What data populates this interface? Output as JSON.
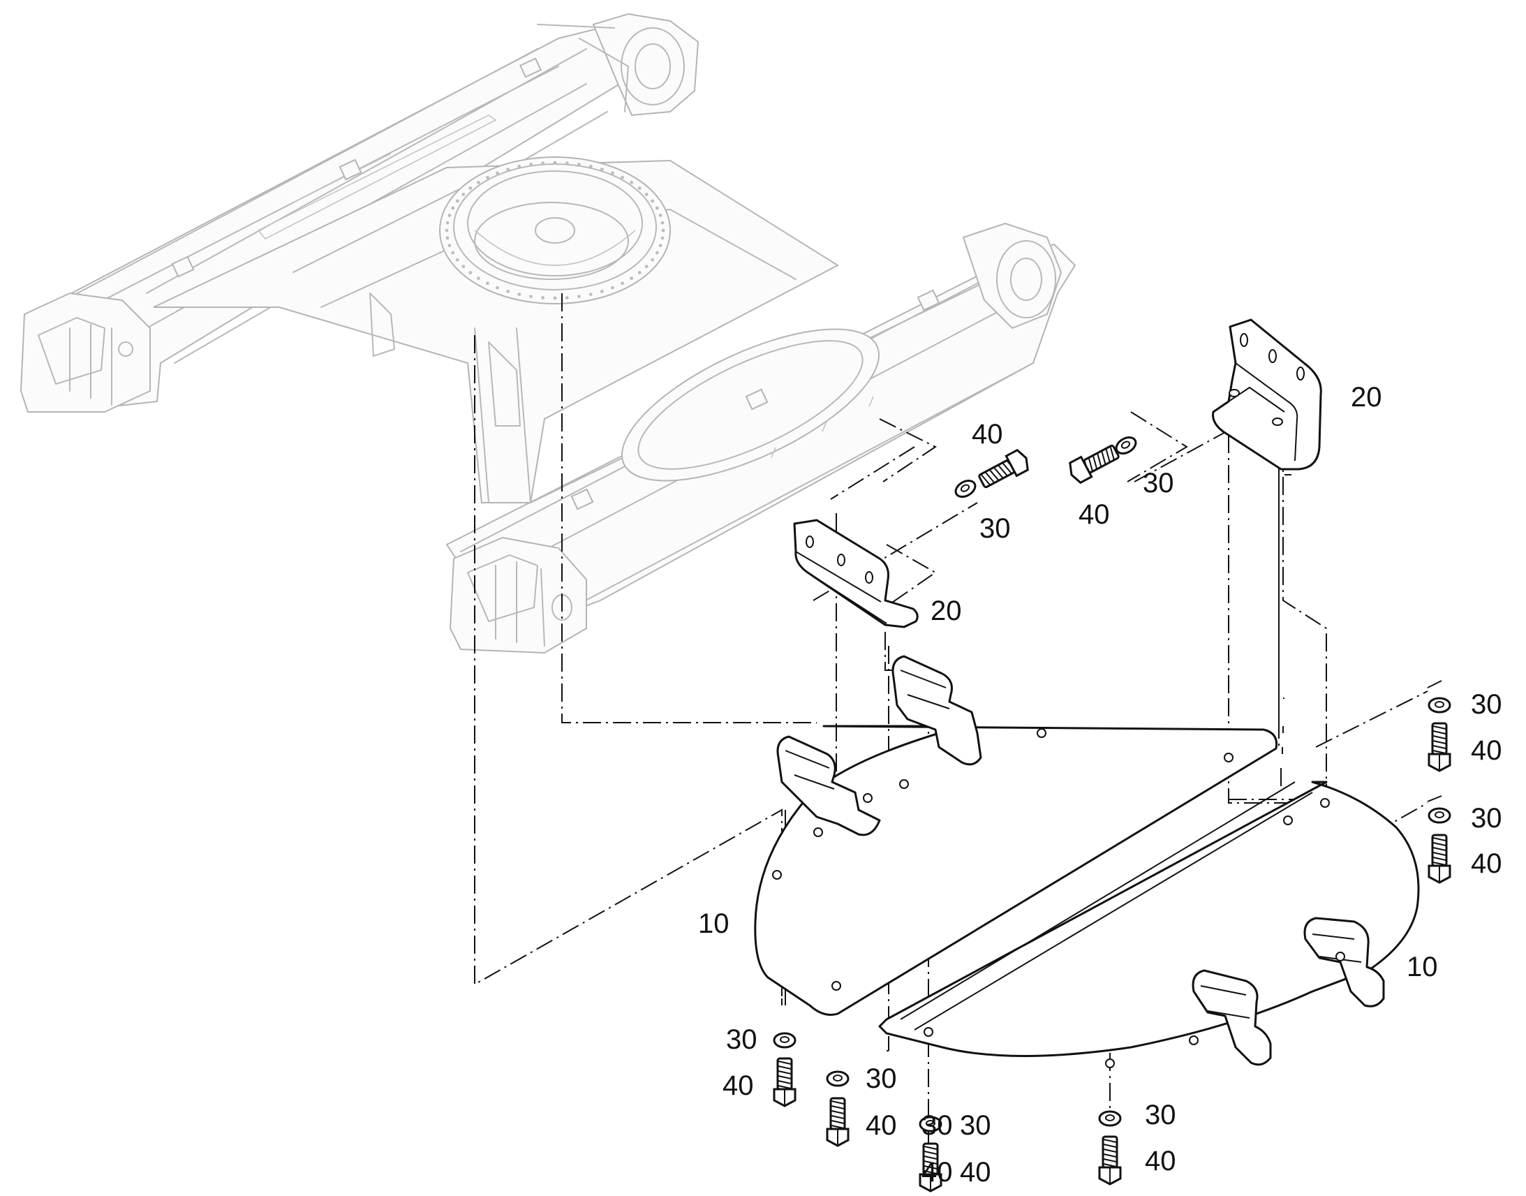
{
  "callouts": [
    {
      "text": "10"
    },
    {
      "text": "10"
    },
    {
      "text": "20"
    },
    {
      "text": "20"
    },
    {
      "text": "30"
    },
    {
      "text": "30"
    },
    {
      "text": "30"
    },
    {
      "text": "30"
    },
    {
      "text": "30"
    },
    {
      "text": "30"
    },
    {
      "text": "30"
    },
    {
      "text": "30"
    },
    {
      "text": "30"
    },
    {
      "text": "40"
    },
    {
      "text": "40"
    },
    {
      "text": "40"
    },
    {
      "text": "40"
    },
    {
      "text": "40"
    },
    {
      "text": "40"
    },
    {
      "text": "40"
    },
    {
      "text": "40"
    },
    {
      "text": "40"
    }
  ]
}
